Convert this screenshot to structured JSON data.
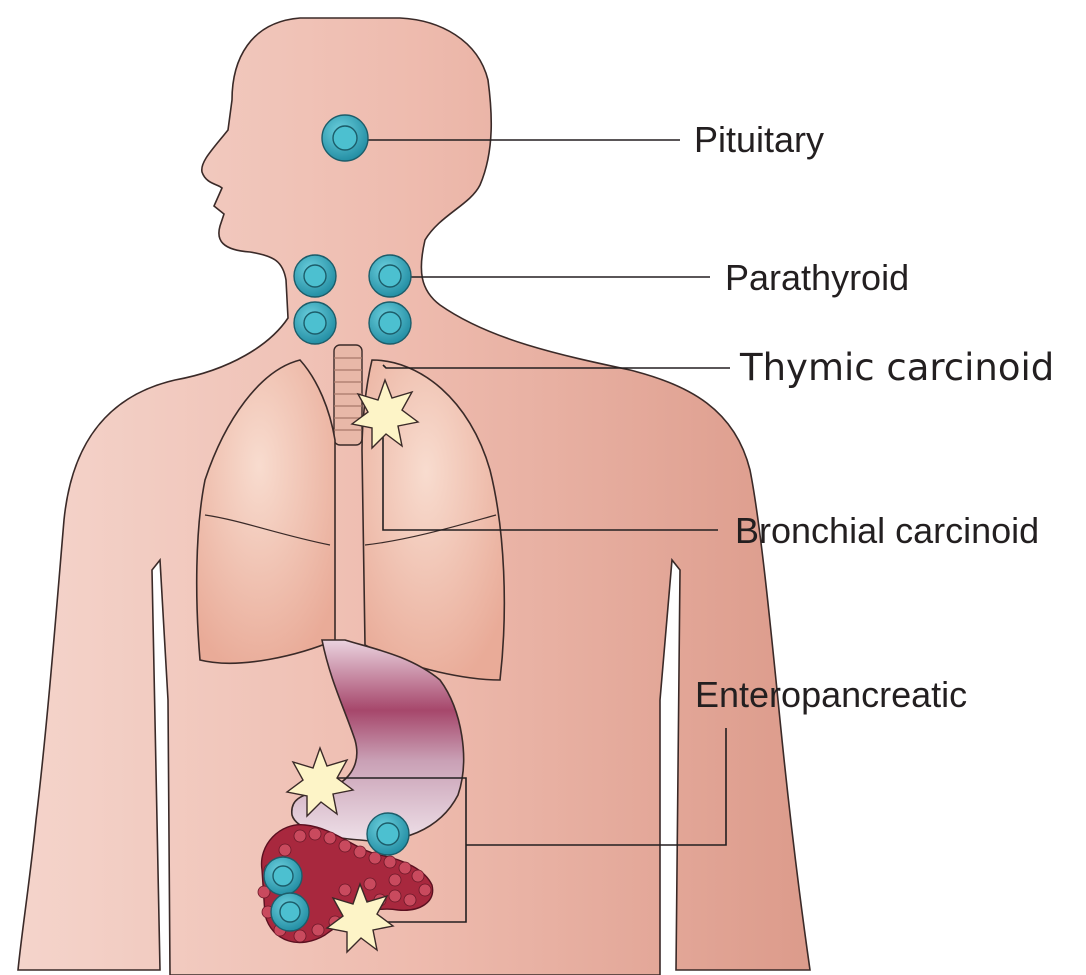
{
  "labels": {
    "pituitary": "Pituitary",
    "parathyroid": "Parathyroid",
    "thymic": "Thymic carcinoid",
    "bronchial": "Bronchial carcinoid",
    "enteropancreatic": "Enteropancreatic"
  },
  "colors": {
    "skin_light": "#f2cdc4",
    "skin_dark": "#df9f90",
    "lung": "#f1c3b2",
    "stomach": "#a6476b",
    "pancreas": "#a8283e",
    "tumor_blue": "#2f9fb2",
    "tumor_star": "#fdf4c7",
    "line": "#231f20"
  }
}
